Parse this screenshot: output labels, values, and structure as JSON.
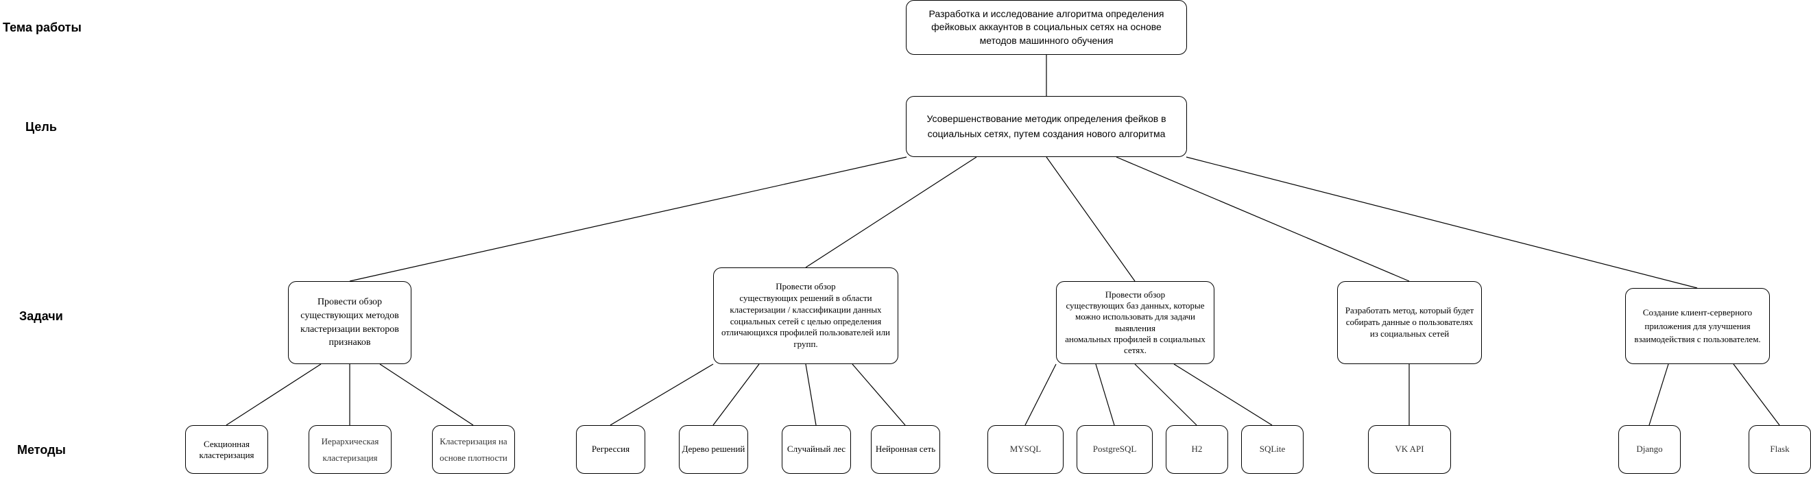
{
  "rows": {
    "topic": "Тема работы",
    "goal": "Цель",
    "tasks": "Задачи",
    "methods": "Методы"
  },
  "topic": "Разработка и исследование алгоритма определения фейковых аккаунтов в социальных сетях на основе методов машинного обучения",
  "goal": "Усовершенствование методик определения фейков в социальных сетях, путем создания нового алгоритма",
  "tasks": [
    "Провести обзор существующих методов кластеризации векторов признаков",
    "Провести обзор\nсуществующих решений в области кластеризации / классификации данных социальных сетей с целью определения отличающихся профилей пользователей или групп.",
    "Провести обзор\nсуществующих баз данных, которые можно использовать для задачи выявления\nаномальных профилей в социальных сетях.",
    "Разработать метод, который будет собирать данные о пользователях из социальных сетей",
    "Создание клиент-серверного приложения для улучшения взаимодействия с пользователем."
  ],
  "methods": [
    "Секционная кластеризация",
    "Иерархическая кластеризация",
    "Кластеризация на основе плотности",
    "Регрессия",
    "Дерево решений",
    "Случайный лес",
    "Нейронная сеть",
    "MYSQL",
    "PostgreSQL",
    "H2",
    "SQLite",
    "VK API",
    "Django",
    "Flask"
  ]
}
